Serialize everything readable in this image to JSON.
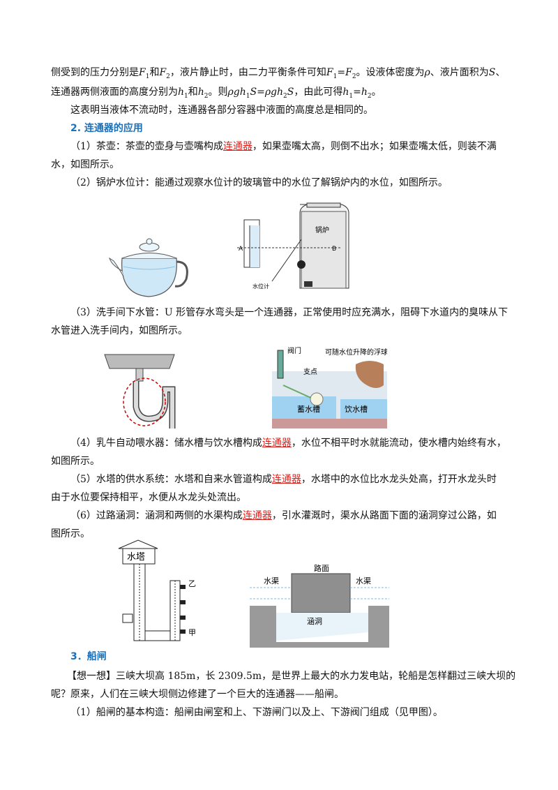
{
  "para1": {
    "a": "侧受到的压力分别是",
    "b": "和",
    "c": "，液片静止时，由二力平衡条件可知",
    "d": "。设液体密度为",
    "e": "、液片面积为",
    "f": "、"
  },
  "para2": {
    "a": "连通器两侧液面的高度分别为",
    "b": "和",
    "c": "。则",
    "d": "，由此可得"
  },
  "para3": "这表明当液体不流动时，连通器各部分容器中液面的高度总是相同的。",
  "sec2": "2. 连通器的应用",
  "item1": {
    "a": "（1）茶壶：茶壶的壶身与壶嘴构成",
    "link": "连通器",
    "b": "，如果壶嘴太高，则倒不出水；如果壶嘴太低，则装不满",
    "c": "水，如图所示。"
  },
  "item2": "（2）锅炉水位计：能通过观察水位计的玻璃管中的水位了解锅炉内的水位，如图所示。",
  "item3": {
    "a": "（3）洗手间下水管：U 形管存水弯头是一个连通器，正常使用时应充满水，阻碍下水道内的臭味从下",
    "b": "水管进入洗手间内，如图所示。"
  },
  "item4": {
    "a": "（4）乳牛自动喂水器：储水槽与饮水槽构成",
    "link": "连通器",
    "b": "，水位不相平时水就能流动，使水槽内始终有水，",
    "c": "如图所示。"
  },
  "item5": {
    "a": "（5）水塔的供水系统：水塔和自来水管道构成",
    "link": "连通器",
    "b": "，水塔中的水位比水龙头处高，打开水龙头时",
    "c": "由于水位要保持相平，水便从水龙头处流出。"
  },
  "item6": {
    "a": "（6）过路涵洞：涵洞和两侧的水渠构成",
    "link": "连通器",
    "b": "，引水灌溉时，渠水从路面下面的涵洞穿过公路，如",
    "c": "图所示。"
  },
  "sec3": "3．船闸",
  "think": {
    "a": "【想一想】三峡大坝高 185m，长 2309.5m，是世界上最大的水力发电站，轮船是怎样翻过三峡大坝的",
    "b": "呢？原来，人们在三峡大坝侧边修建了一个巨大的连通器——船闸。"
  },
  "item7": "（1）船闸的基本构造：船闸由闸室和上、下游闸门以及上、下游阀门组成（见甲图）。",
  "fig_labels": {
    "boiler": "锅炉",
    "gauge": "水位计",
    "A": "A",
    "B": "B",
    "valve": "阀门",
    "float": "可随水位升降的浮球",
    "pivot": "支点",
    "storage": "蓄水槽",
    "drink": "饮水槽",
    "tower": "水塔",
    "yi": "乙",
    "jia": "甲",
    "road": "路面",
    "canal_l": "水渠",
    "canal_r": "水渠",
    "culvert": "涵洞"
  },
  "colors": {
    "heading": "#1f6fb5",
    "link": "#e0201b",
    "water": "#cfe8f7"
  }
}
